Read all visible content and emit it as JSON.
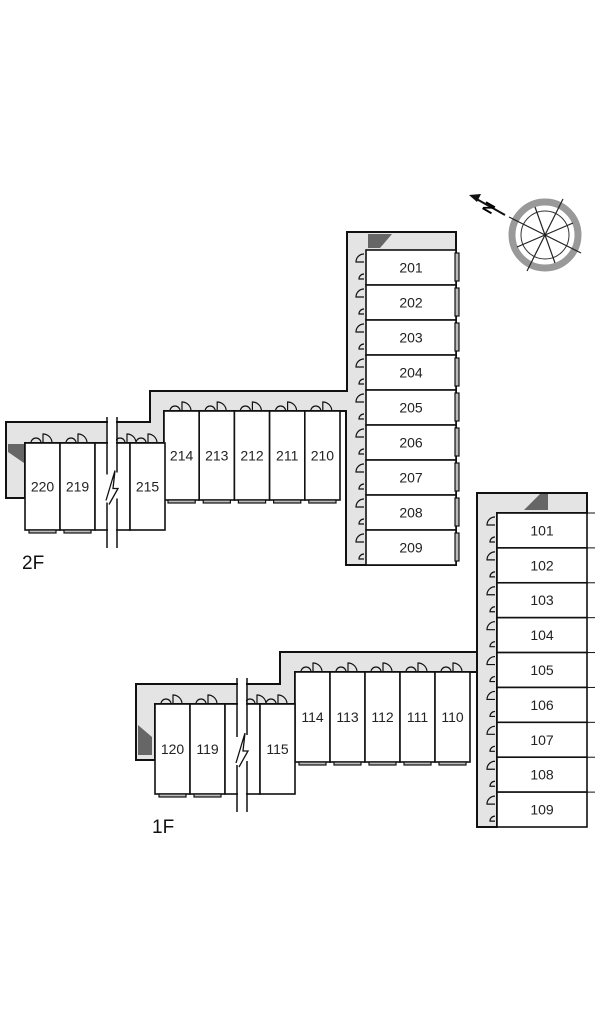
{
  "floors": [
    {
      "label": "2F",
      "column_units": [
        "201",
        "202",
        "203",
        "204",
        "205",
        "206",
        "207",
        "208",
        "209"
      ],
      "middle_units": [
        "214",
        "213",
        "212",
        "211",
        "210"
      ],
      "left_units": [
        "220",
        "219"
      ],
      "break_unit": "215"
    },
    {
      "label": "1F",
      "column_units": [
        "101",
        "102",
        "103",
        "104",
        "105",
        "106",
        "107",
        "108",
        "109"
      ],
      "middle_units": [
        "114",
        "113",
        "112",
        "111",
        "110"
      ],
      "left_units": [
        "120",
        "119"
      ],
      "break_unit": "115"
    }
  ],
  "compass": {
    "label": "N"
  },
  "colors": {
    "corridor": "#e4e4e4",
    "line": "#111111"
  }
}
